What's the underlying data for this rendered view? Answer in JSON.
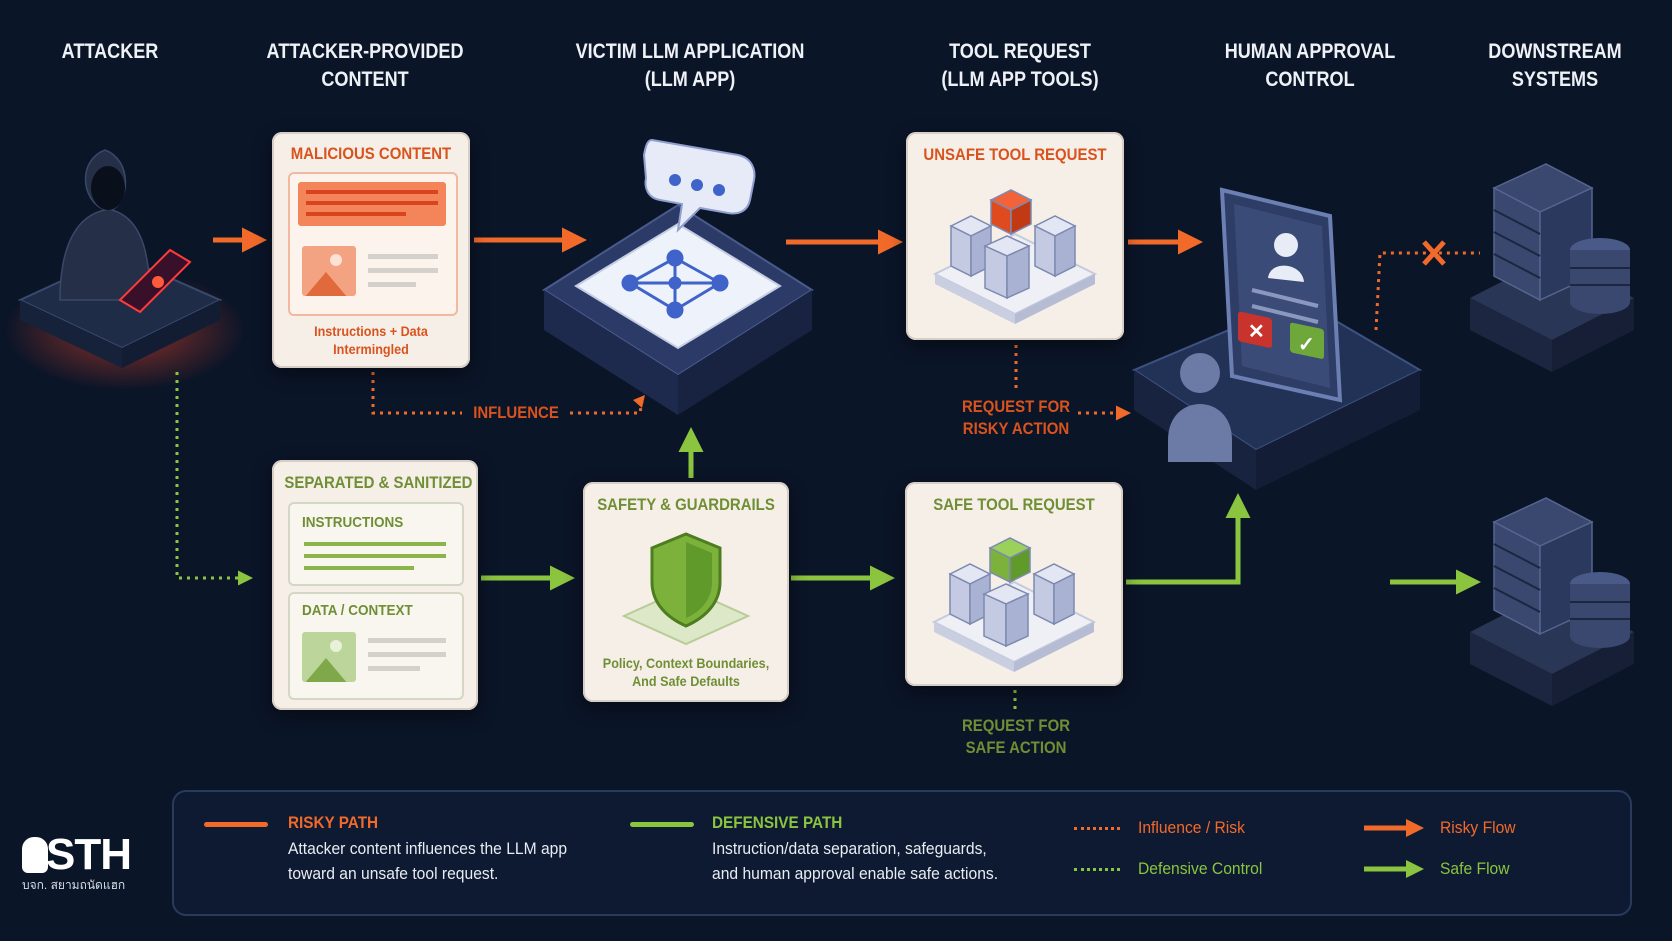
{
  "columns": {
    "attacker": "ATTACKER",
    "content": "ATTACKER-PROVIDED\nCONTENT",
    "victim": "VICTIM LLM APPLICATION\n(LLM APP)",
    "tool": "TOOL REQUEST\n(LLM APP TOOLS)",
    "approval": "HUMAN APPROVAL\nCONTROL",
    "downstream": "DOWNSTREAM\nSYSTEMS"
  },
  "malicious": {
    "title": "MALICIOUS CONTENT",
    "caption": "Instructions + Data\nIntermingled"
  },
  "separated": {
    "title": "SEPARATED & SANITIZED",
    "instructions": "INSTRUCTIONS",
    "data": "DATA / CONTEXT"
  },
  "guardrails": {
    "title": "SAFETY & GUARDRAILS",
    "caption": "Policy, Context Boundaries,\nAnd Safe Defaults"
  },
  "unsafe_tool": {
    "title": "UNSAFE TOOL REQUEST"
  },
  "safe_tool": {
    "title": "SAFE TOOL REQUEST"
  },
  "labels": {
    "influence": "INFLUENCE",
    "risky_action": "REQUEST FOR\nRISKY ACTION",
    "safe_action": "REQUEST FOR\nSAFE ACTION"
  },
  "legend": {
    "risky_title": "RISKY PATH",
    "risky_desc": "Attacker content influences the LLM app\ntoward an unsafe tool request.",
    "defensive_title": "DEFENSIVE PATH",
    "defensive_desc": "Instruction/data separation, safeguards,\nand human approval enable safe actions.",
    "influence_risk": "Influence / Risk",
    "defensive_control": "Defensive Control",
    "risky_flow": "Risky Flow",
    "safe_flow": "Safe Flow"
  },
  "logo": {
    "main": "STH",
    "sub": "บจก. สยามถนัดแฮก"
  },
  "colors": {
    "background": "#0b1528",
    "risk": "#f26a2a",
    "safe": "#8bc43f",
    "card": "#f6efe7",
    "risk_text": "#d9531e",
    "safe_text": "#6f8f34"
  }
}
